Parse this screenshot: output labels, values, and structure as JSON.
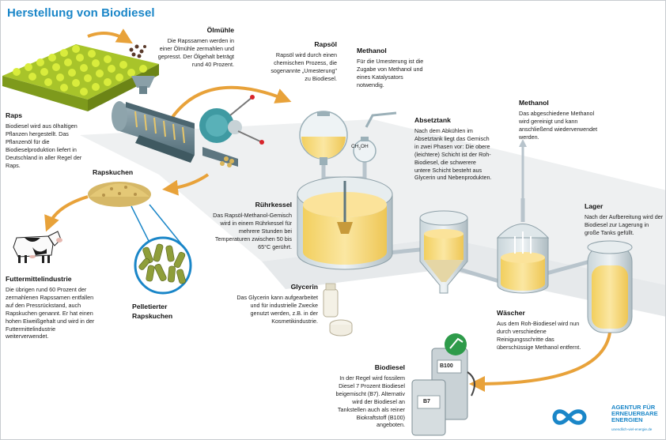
{
  "title": "Herstellung von Biodiesel",
  "colors": {
    "accent": "#1a86c8",
    "arrow": "#e8a23a",
    "pipe": "#b8c4cc",
    "liquid": "#f6d778",
    "steel": "#6f8a94",
    "canola": "#cfe33a",
    "floor": "#eef0f1",
    "pump_green": "#2e9b4a"
  },
  "labels": {
    "oelmuehle": {
      "heading": "Ölmühle",
      "text": "Die Rapssamen werden in einer Ölmühle zermahlen und gepresst. Der Ölgehalt beträgt rund 40 Prozent."
    },
    "raps": {
      "heading": "Raps",
      "text": "Biodiesel wird aus ölhaltigen Pflanzen hergestellt. Das Pflanzenöl für die Biodieselproduktion liefert in Deutschland in aller Regel der Raps."
    },
    "rapsoel": {
      "heading": "Rapsöl",
      "text": "Rapsöl wird durch einen chemischen Prozess, die sogenannte „Umesterung\" zu Biodiesel."
    },
    "methanol1": {
      "heading": "Methanol",
      "text": "Für die Umesterung ist die Zugabe von Methanol und eines Katalysators notwendig."
    },
    "methanol2": {
      "heading": "Methanol",
      "text": "Das abgeschiedene Methanol wird gereinigt und kann anschließend wiederverwendet werden."
    },
    "absetztank": {
      "heading": "Absetztank",
      "text": "Nach dem Abkühlen im Absetztank liegt das Gemisch in zwei Phasen vor: Die obere (leichtere) Schicht ist der Roh-Biodiesel, die schwerere untere Schicht besteht aus Glycerin und Nebenprodukten."
    },
    "ruehrkessel": {
      "heading": "Rührkessel",
      "text": "Das Rapsöl-Methanol-Gemisch wird in einem Rührkessel für mehrere Stunden bei Temperaturen zwischen 50 bis 65°C gerührt."
    },
    "rapskuchen": {
      "heading": "Rapskuchen"
    },
    "lager": {
      "heading": "Lager",
      "text": "Nach der Aufbereitung wird der Biodiesel zur Lagerung in große Tanks gefüllt."
    },
    "futtermittel": {
      "heading": "Futtermittelindustrie",
      "text": "Die übrigen rund 60 Prozent der zermahlenen Rapssamen entfallen auf den Pressrückstand, auch Rapskuchen genannt. Er hat einen hohen Eiweißgehalt und wird in der Futtermittelindustrie weiterverwendet."
    },
    "pelletierter": {
      "heading": "Pelletierter Rapskuchen"
    },
    "glycerin": {
      "heading": "Glycerin",
      "text": "Das Glycerin kann aufgearbeitet und für industrielle Zwecke genutzt werden, z.B. in der Kosmetikindustrie."
    },
    "waescher": {
      "heading": "Wäscher",
      "text": "Aus dem Roh-Biodiesel wird nun durch verschiedene Reinigungsschritte das überschüssige Methanol entfernt."
    },
    "biodiesel": {
      "heading": "Biodiesel",
      "text": "In der Regel wird fossilem Diesel 7 Prozent Biodiesel beigemischt (B7). Alternativ wird der Biodiesel an Tankstellen auch als reiner Biokraftstoff (B100) angeboten."
    }
  },
  "formula": {
    "ch": "CH",
    "sub3": "3",
    "oh": "OH"
  },
  "pumps": {
    "b100": "B100",
    "b7": "B7"
  },
  "logo": {
    "line1": "AGENTUR FÜR",
    "line2": "ERNEUERBARE",
    "line3": "ENERGIEN",
    "url": "unendlich-viel-energie.de"
  },
  "icons": [
    "arrow-icon",
    "fuel-pump-icon",
    "infinity-logo-icon",
    "cow-icon"
  ]
}
